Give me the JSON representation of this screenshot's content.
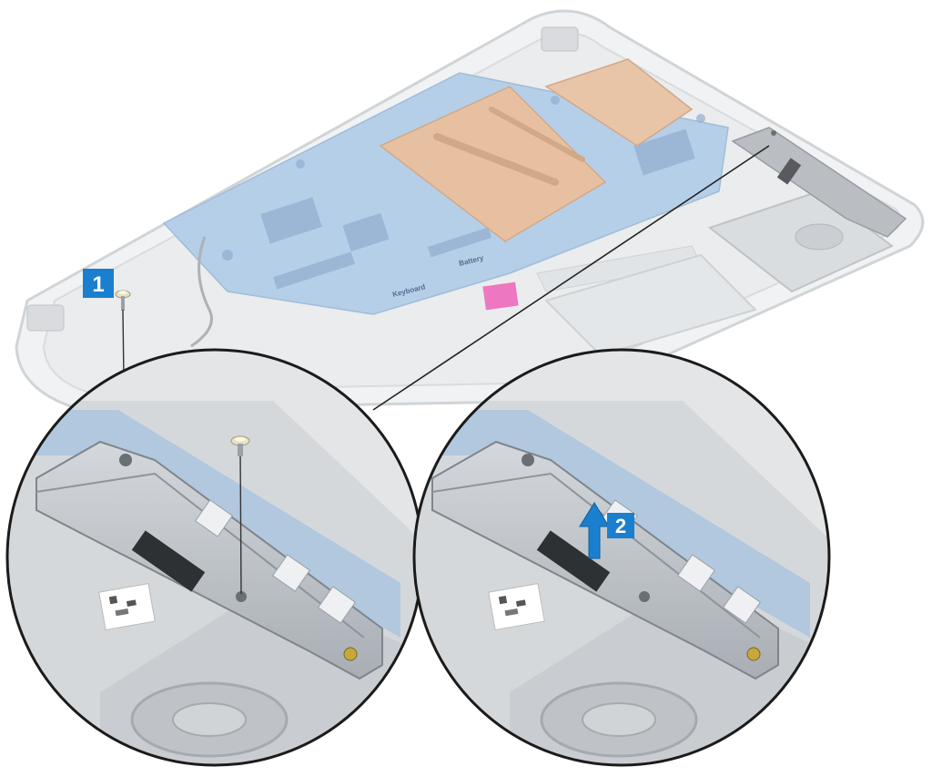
{
  "steps": [
    {
      "number": "1"
    },
    {
      "number": "2"
    }
  ],
  "board_labels": {
    "battery_connector": "Battery",
    "keyboard_connector": "Keyboard"
  },
  "colors": {
    "step_badge": "#1a7fcf",
    "step_badge_text": "#ffffff",
    "lift_arrow": "#1a7fcf",
    "motherboard": "#9fc1e2",
    "heat_shield": "#e3b590",
    "chassis": "#e7e9ea",
    "bracket_metal": "#b9bec3",
    "highlight_pad": "#ea5fb6"
  },
  "icons": {
    "arrow": "lift-up-arrow-icon",
    "screw": "screw-icon"
  }
}
